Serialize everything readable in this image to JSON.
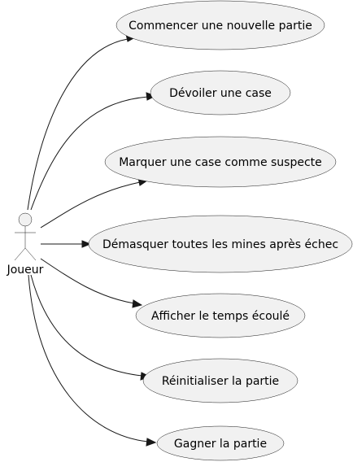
{
  "actor": {
    "name": "Joueur"
  },
  "use_cases": [
    {
      "id": "uc1",
      "label": "Commencer une nouvelle partie"
    },
    {
      "id": "uc2",
      "label": "Dévoiler une case"
    },
    {
      "id": "uc3",
      "label": "Marquer une case comme suspecte"
    },
    {
      "id": "uc4",
      "label": "Démasquer toutes les mines après échec"
    },
    {
      "id": "uc5",
      "label": "Afficher le temps écoulé"
    },
    {
      "id": "uc6",
      "label": "Réinitialiser la partie"
    },
    {
      "id": "uc7",
      "label": "Gagner la partie"
    }
  ],
  "colors": {
    "fill": "#F1F1F1",
    "stroke": "#181818",
    "text": "#000000"
  }
}
